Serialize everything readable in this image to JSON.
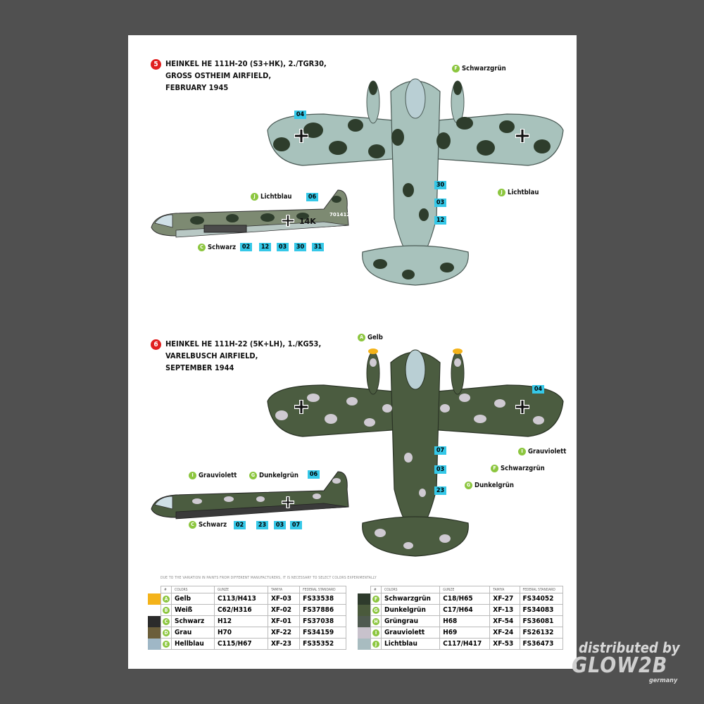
{
  "profile5": {
    "number": "5",
    "title_lines": [
      "HEINKEL HE 111H-20 (S3+HK), 2./TGR30,",
      "GROSS OSTHEIM AIRFIELD,",
      "FEBRUARY 1945"
    ],
    "top_labels": {
      "schwarzgrun": {
        "letter": "F",
        "name": "Schwarzgrün"
      },
      "lichtblau": {
        "letter": "J",
        "name": "Lichtblau"
      }
    },
    "top_callouts": [
      "04",
      "30",
      "03",
      "12"
    ],
    "side_labels": {
      "lichtblau": {
        "letter": "J",
        "name": "Lichtblau"
      },
      "schwarz": {
        "letter": "C",
        "name": "Schwarz"
      }
    },
    "side_callouts": [
      "06",
      "02",
      "12",
      "03",
      "30",
      "31"
    ],
    "fuselage_code": "14K",
    "tail_number": "701412"
  },
  "profile6": {
    "number": "6",
    "title_lines": [
      "HEINKEL HE 111H-22 (5K+LH), 1./KG53,",
      "VARELBUSCH AIRFIELD,",
      "SEPTEMBER 1944"
    ],
    "top_labels": {
      "gelb": {
        "letter": "A",
        "name": "Gelb"
      },
      "grauviolett": {
        "letter": "I",
        "name": "Grauviolett"
      },
      "schwarzgrun": {
        "letter": "F",
        "name": "Schwarzgrün"
      },
      "dunkelgrun": {
        "letter": "G",
        "name": "Dunkelgrün"
      }
    },
    "top_callouts": [
      "04",
      "07",
      "03",
      "23"
    ],
    "side_labels": {
      "grauviolett": {
        "letter": "I",
        "name": "Grauviolett"
      },
      "dunkelgrun": {
        "letter": "G",
        "name": "Dunkelgrün"
      },
      "schwarz": {
        "letter": "C",
        "name": "Schwarz"
      }
    },
    "side_callouts": [
      "06",
      "02",
      "23",
      "03",
      "07"
    ]
  },
  "disclaimer": "DUE TO THE VARIATION IN PAINTS FROM DIFFERENT MANUFACTURERS, IT IS NECESSARY TO SELECT COLORS EXPERIMENTALLY",
  "table_headers": [
    "#",
    "COLORS",
    "GUNZE",
    "TAMIYA",
    "FEDERAL STANDARD"
  ],
  "colors_left": [
    {
      "letter": "A",
      "name": "Gelb",
      "gunze": "C113/H413",
      "tamiya": "XF-03",
      "fs": "FS33538",
      "swatch": "#f4b31a"
    },
    {
      "letter": "B",
      "name": "Weiß",
      "gunze": "C62/H316",
      "tamiya": "XF-02",
      "fs": "FS37886",
      "swatch": "#ffffff"
    },
    {
      "letter": "C",
      "name": "Schwarz",
      "gunze": "H12",
      "tamiya": "XF-01",
      "fs": "FS37038",
      "swatch": "#2b2b2b"
    },
    {
      "letter": "D",
      "name": "Grau",
      "gunze": "H70",
      "tamiya": "XF-22",
      "fs": "FS34159",
      "swatch": "#6b5e3a"
    },
    {
      "letter": "E",
      "name": "Hellblau",
      "gunze": "C115/H67",
      "tamiya": "XF-23",
      "fs": "FS35352",
      "swatch": "#9fb7c6"
    }
  ],
  "colors_right": [
    {
      "letter": "F",
      "name": "Schwarzgrün",
      "gunze": "C18/H65",
      "tamiya": "XF-27",
      "fs": "FS34052",
      "swatch": "#2e3b2c"
    },
    {
      "letter": "G",
      "name": "Dunkelgrün",
      "gunze": "C17/H64",
      "tamiya": "XF-13",
      "fs": "FS34083",
      "swatch": "#4a5a3c"
    },
    {
      "letter": "H",
      "name": "Grüngrau",
      "gunze": "H68",
      "tamiya": "XF-54",
      "fs": "FS36081",
      "swatch": "#4f5a50"
    },
    {
      "letter": "I",
      "name": "Grauviolett",
      "gunze": "H69",
      "tamiya": "XF-24",
      "fs": "FS26132",
      "swatch": "#c8c2cc"
    },
    {
      "letter": "J",
      "name": "Lichtblau",
      "gunze": "C117/H417",
      "tamiya": "XF-53",
      "fs": "FS36473",
      "swatch": "#a8bcc0"
    }
  ],
  "brand": {
    "line1": "distributed by",
    "line2": "GLOW2B",
    "line3": "germany"
  },
  "palette": {
    "lichtblau": "#a8c2bc",
    "schwarzgrun": "#2e3d2c",
    "dunkelgrun": "#4b5c40",
    "grauviolett": "#cfcad2",
    "callout": "#35c8e8",
    "label_dot": "#8cc63f",
    "red_dot": "#e02020"
  }
}
